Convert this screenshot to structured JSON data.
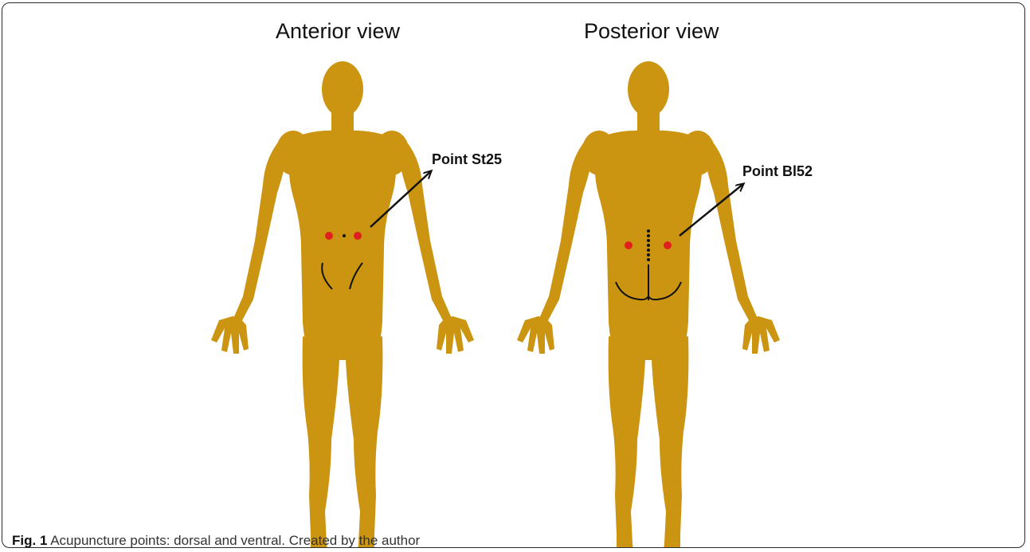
{
  "views": {
    "anterior": {
      "title": "Anterior view",
      "point_label": "Point St25"
    },
    "posterior": {
      "title": "Posterior view",
      "point_label": "Point Bl52"
    }
  },
  "colors": {
    "body": "#cc9511",
    "point": "#e01f1f",
    "line": "#111111"
  },
  "caption": {
    "label": "Fig. 1",
    "text": " Acupuncture points: dorsal and ventral. Created by the author"
  }
}
